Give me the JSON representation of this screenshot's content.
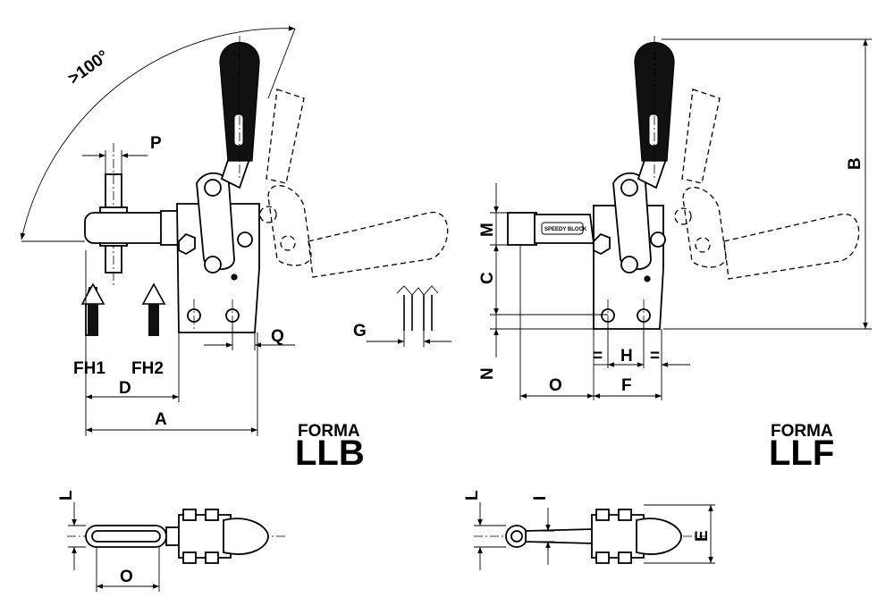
{
  "angle_label": ">100°",
  "labels": {
    "P": "P",
    "Q": "Q",
    "G": "G",
    "FH1": "FH1",
    "FH2": "FH2",
    "D": "D",
    "A": "A",
    "B": "B",
    "M": "M",
    "C": "C",
    "N": "N",
    "O": "O",
    "H": "H",
    "F": "F",
    "equal": "=",
    "L": "L",
    "I": "I",
    "E": "E"
  },
  "forma_llb": {
    "word": "FORMA",
    "code": "LLB"
  },
  "forma_llf": {
    "word": "FORMA",
    "code": "LLF"
  },
  "brand_text": "SPEEDY BLOCK"
}
